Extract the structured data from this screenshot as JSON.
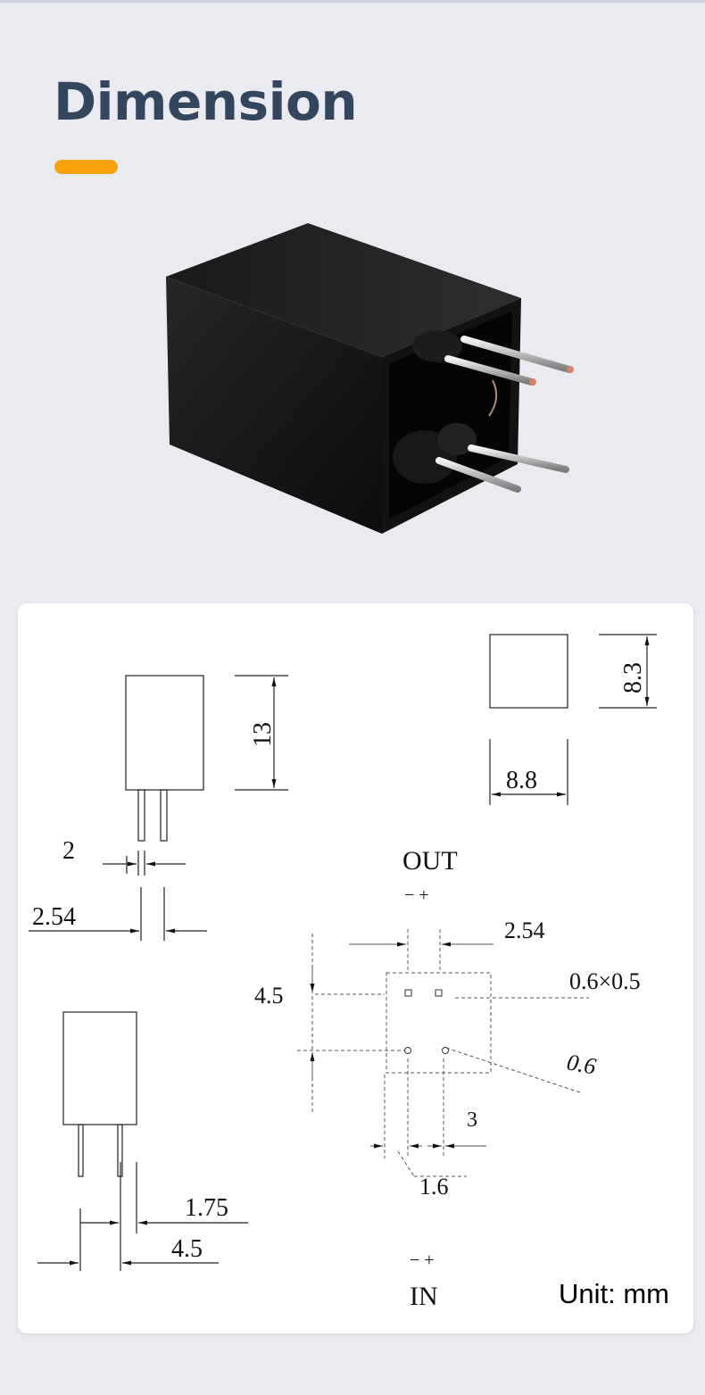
{
  "header": {
    "title": "Dimension",
    "accent_color": "#f6a20c",
    "title_color": "#34455e"
  },
  "product": {
    "icon": "black-dc-dc-converter-module-photo"
  },
  "drawing": {
    "height": "13",
    "top_width": "8.3",
    "top_length": "8.8",
    "pin_width": "2",
    "pin_pitch_side": "2.54",
    "out_label": "OUT",
    "out_polarity": "−  +",
    "out_pitch": "2.54",
    "pad_size": "0.6×0.5",
    "row_spacing": "4.5",
    "hole_dia": "0.6",
    "pin_offset": "3",
    "edge_offset": "1.6",
    "front_pin_offset": "1.75",
    "front_width": "4.5",
    "in_polarity": "−  +",
    "in_label": "IN",
    "unit": "Unit: mm"
  }
}
